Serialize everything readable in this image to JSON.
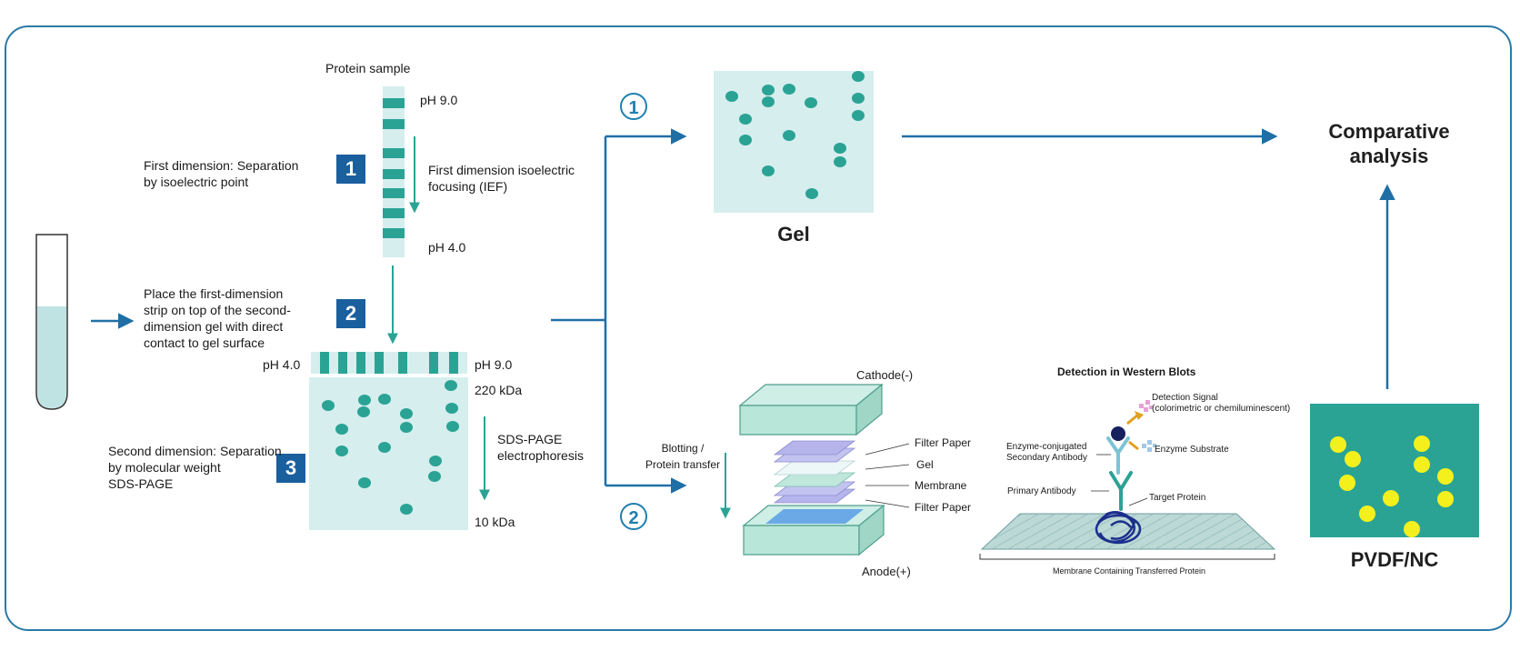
{
  "colors": {
    "frame": "#2a7aa6",
    "arrow": "#1f6fa6",
    "teal_dot": "#2aa395",
    "gel_bg": "#d6eeee",
    "membrane_bg": "#2aa395",
    "membrane_dot": "#f4f01e",
    "step_box": "#1a5f9e"
  },
  "sample": {
    "label": "Protein sample"
  },
  "ief": {
    "ph_top": "pH 9.0",
    "ph_bottom": "pH 4.0",
    "step1_num": "1",
    "step1_text": "First dimension: Separation\nby isoelectric point",
    "arrow_text": "First dimension isoelectric\nfocusing (IEF)"
  },
  "strip": {
    "step2_num": "2",
    "step2_text": "Place the first-dimension\nstrip on top of the second-\ndimension gel with direct\ncontact to gel surface",
    "ph_left": "pH 4.0",
    "ph_right": "pH 9.0"
  },
  "sds": {
    "step3_num": "3",
    "step3_text": "Second dimension: Separation\nby molecular weight\nSDS-PAGE",
    "kda_top": "220 kDa",
    "kda_bottom": "10 kDa",
    "arrow_text": "SDS-PAGE\nelectrophoresis"
  },
  "branch": {
    "one": "1",
    "two": "2"
  },
  "gel": {
    "label": "Gel"
  },
  "comparative": {
    "label": "Comparative\nanalysis"
  },
  "blot": {
    "label": "Blotting /\nProtein transfer",
    "cathode": "Cathode(-)",
    "anode": "Anode(+)",
    "layers": [
      "Filter Paper",
      "Gel",
      "Membrane",
      "Filter Paper"
    ]
  },
  "detection": {
    "title": "Detection in Western Blots",
    "signal": "Detection Signal\n(colorimetric or chemiluminescent)",
    "enzyme_antibody": "Enzyme-conjugated\nSecondary Antibody",
    "substrate": "Enzyme Substrate",
    "primary": "Primary Antibody",
    "target": "Target Protein",
    "membrane": "Membrane Containing Transferred Protein"
  },
  "membrane": {
    "label": "PVDF/NC"
  }
}
